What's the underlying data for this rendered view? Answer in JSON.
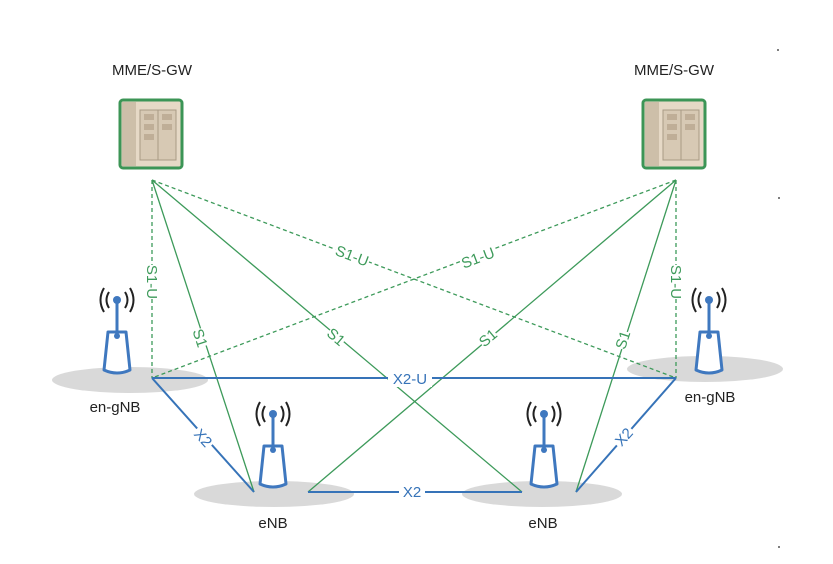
{
  "colors": {
    "green": "#3d9a5a",
    "blue": "#3673b8",
    "server_body": "#e6d9c6",
    "server_border": "#3c9556",
    "antenna": "#3f78bf",
    "ground": "#d9d9d9"
  },
  "nodes": {
    "mme_left": {
      "label": "MME/S-GW",
      "icon": "server-icon"
    },
    "mme_right": {
      "label": "MME/S-GW",
      "icon": "server-icon"
    },
    "engnb_left": {
      "label": "en-gNB",
      "icon": "antenna-icon"
    },
    "engnb_right": {
      "label": "en-gNB",
      "icon": "antenna-icon"
    },
    "enb_left": {
      "label": "eNB",
      "icon": "antenna-icon"
    },
    "enb_right": {
      "label": "eNB",
      "icon": "antenna-icon"
    }
  },
  "links": {
    "s1u_left_vertical": "S1-U",
    "s1u_right_vertical": "S1-U",
    "s1u_cross_left": "S1-U",
    "s1u_cross_right": "S1-U",
    "s1_left_enb": "S1",
    "s1_left_cross": "S1",
    "s1_right_cross": "S1",
    "s1_right_enb": "S1",
    "x2u_top": "X2-U",
    "x2_left": "X2",
    "x2_bottom": "X2",
    "x2_right": "X2"
  }
}
